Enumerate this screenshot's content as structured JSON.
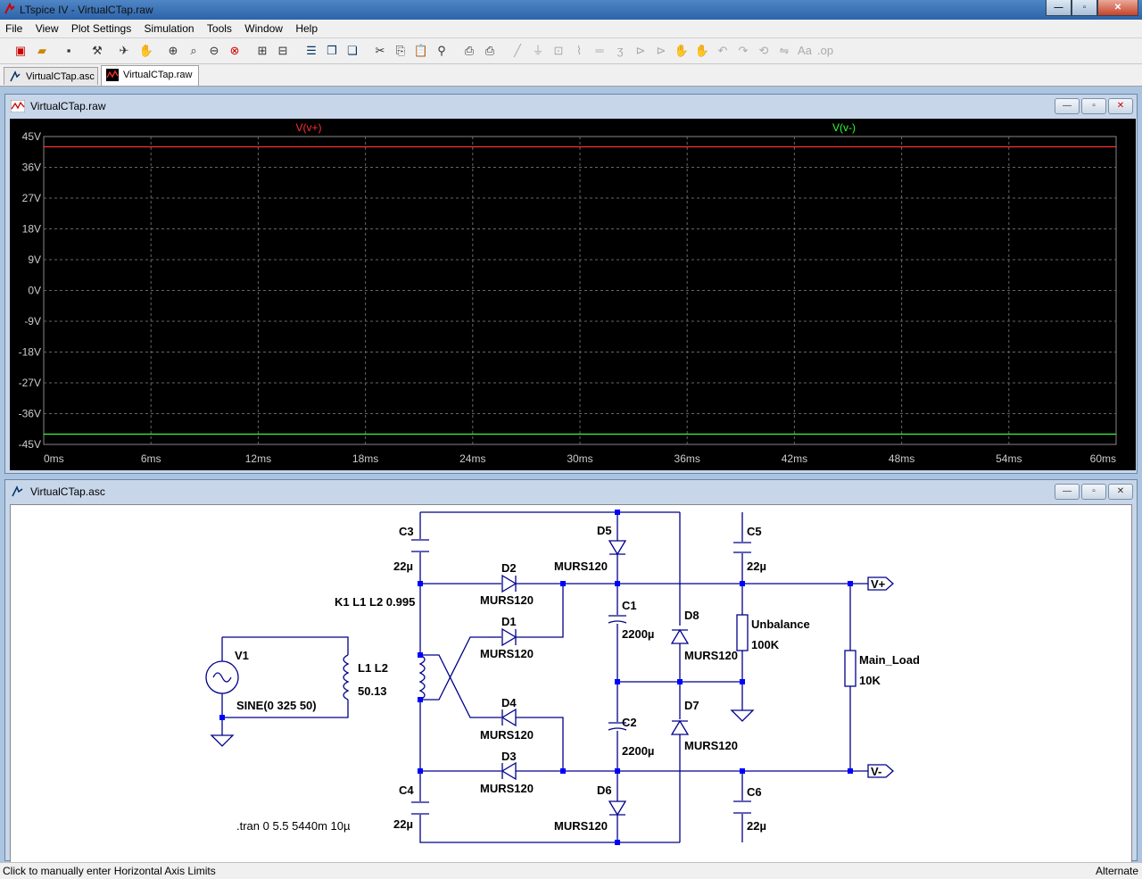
{
  "app": {
    "title": "LTspice IV - VirtualCTap.raw"
  },
  "window_controls": {
    "minimize": "—",
    "maximize": "▫",
    "close": "✕"
  },
  "menu": [
    "File",
    "View",
    "Plot Settings",
    "Simulation",
    "Tools",
    "Window",
    "Help"
  ],
  "tabs": [
    {
      "label": "VirtualCTap.asc",
      "icon": "schematic-icon"
    },
    {
      "label": "VirtualCTap.raw",
      "icon": "waveform-icon"
    }
  ],
  "plot_window": {
    "title": "VirtualCTap.raw",
    "chart_data": {
      "type": "line",
      "series": [
        {
          "name": "V(v+)",
          "color": "#ff3030",
          "x": [
            0,
            60
          ],
          "y": [
            42,
            42
          ]
        },
        {
          "name": "V(v-)",
          "color": "#33ff33",
          "x": [
            0,
            60
          ],
          "y": [
            -42,
            -42
          ]
        }
      ],
      "x_ticks": [
        "0ms",
        "6ms",
        "12ms",
        "18ms",
        "24ms",
        "30ms",
        "36ms",
        "42ms",
        "48ms",
        "54ms",
        "60ms"
      ],
      "y_ticks": [
        "45V",
        "36V",
        "27V",
        "18V",
        "9V",
        "0V",
        "-9V",
        "-18V",
        "-27V",
        "-36V",
        "-45V"
      ],
      "xlim": [
        0,
        60
      ],
      "ylim": [
        -45,
        45
      ],
      "grid": true
    }
  },
  "schematic_window": {
    "title": "VirtualCTap.asc",
    "labels": {
      "C3": "C3",
      "C3v": "22µ",
      "C4": "C4",
      "C4v": "22µ",
      "C5": "C5",
      "C5v": "22µ",
      "C6": "C6",
      "C6v": "22µ",
      "C1": "C1",
      "C1v": "2200µ",
      "C2": "C2",
      "C2v": "2200µ",
      "D1": "D1",
      "D1v": "MURS120",
      "D2": "D2",
      "D2v": "MURS120",
      "D3": "D3",
      "D3v": "MURS120",
      "D4": "D4",
      "D4v": "MURS120",
      "D5": "D5",
      "D5v": "MURS120",
      "D6": "D6",
      "D6v": "MURS120",
      "D7": "D7",
      "D7v": "MURS120",
      "D8": "D8",
      "D8v": "MURS120",
      "V1": "V1",
      "V1v": "SINE(0 325 50)",
      "L": "L1 L2",
      "Lv": "50.13",
      "K": "K1 L1 L2 0.995",
      "R1": "Unbalance",
      "R1v": "100K",
      "R2": "Main_Load",
      "R2v": "10K",
      "vplus": "V+",
      "vminus": "V-",
      "tran": ".tran 0 5.5 5440m 10µ"
    }
  },
  "status": {
    "left": "Click to manually enter Horizontal Axis Limits",
    "right": "Alternate"
  }
}
